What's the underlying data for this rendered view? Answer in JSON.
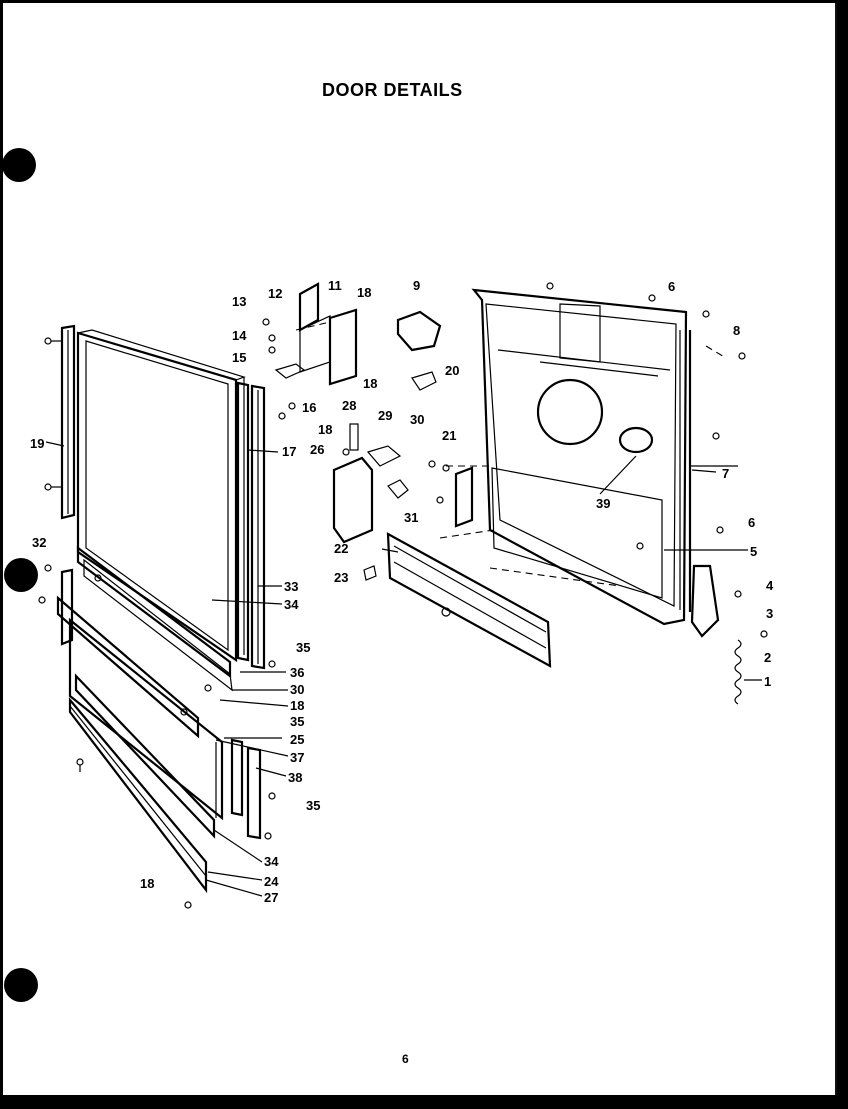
{
  "title": "DOOR DETAILS",
  "page_number": "6",
  "callouts": [
    "1",
    "2",
    "3",
    "4",
    "5",
    "6",
    "7",
    "8",
    "9",
    "11",
    "12",
    "13",
    "14",
    "15",
    "16",
    "17",
    "18",
    "19",
    "20",
    "21",
    "22",
    "23",
    "24",
    "25",
    "26",
    "27",
    "28",
    "29",
    "30",
    "31",
    "32",
    "33",
    "34",
    "35",
    "36",
    "37",
    "38",
    "39"
  ]
}
